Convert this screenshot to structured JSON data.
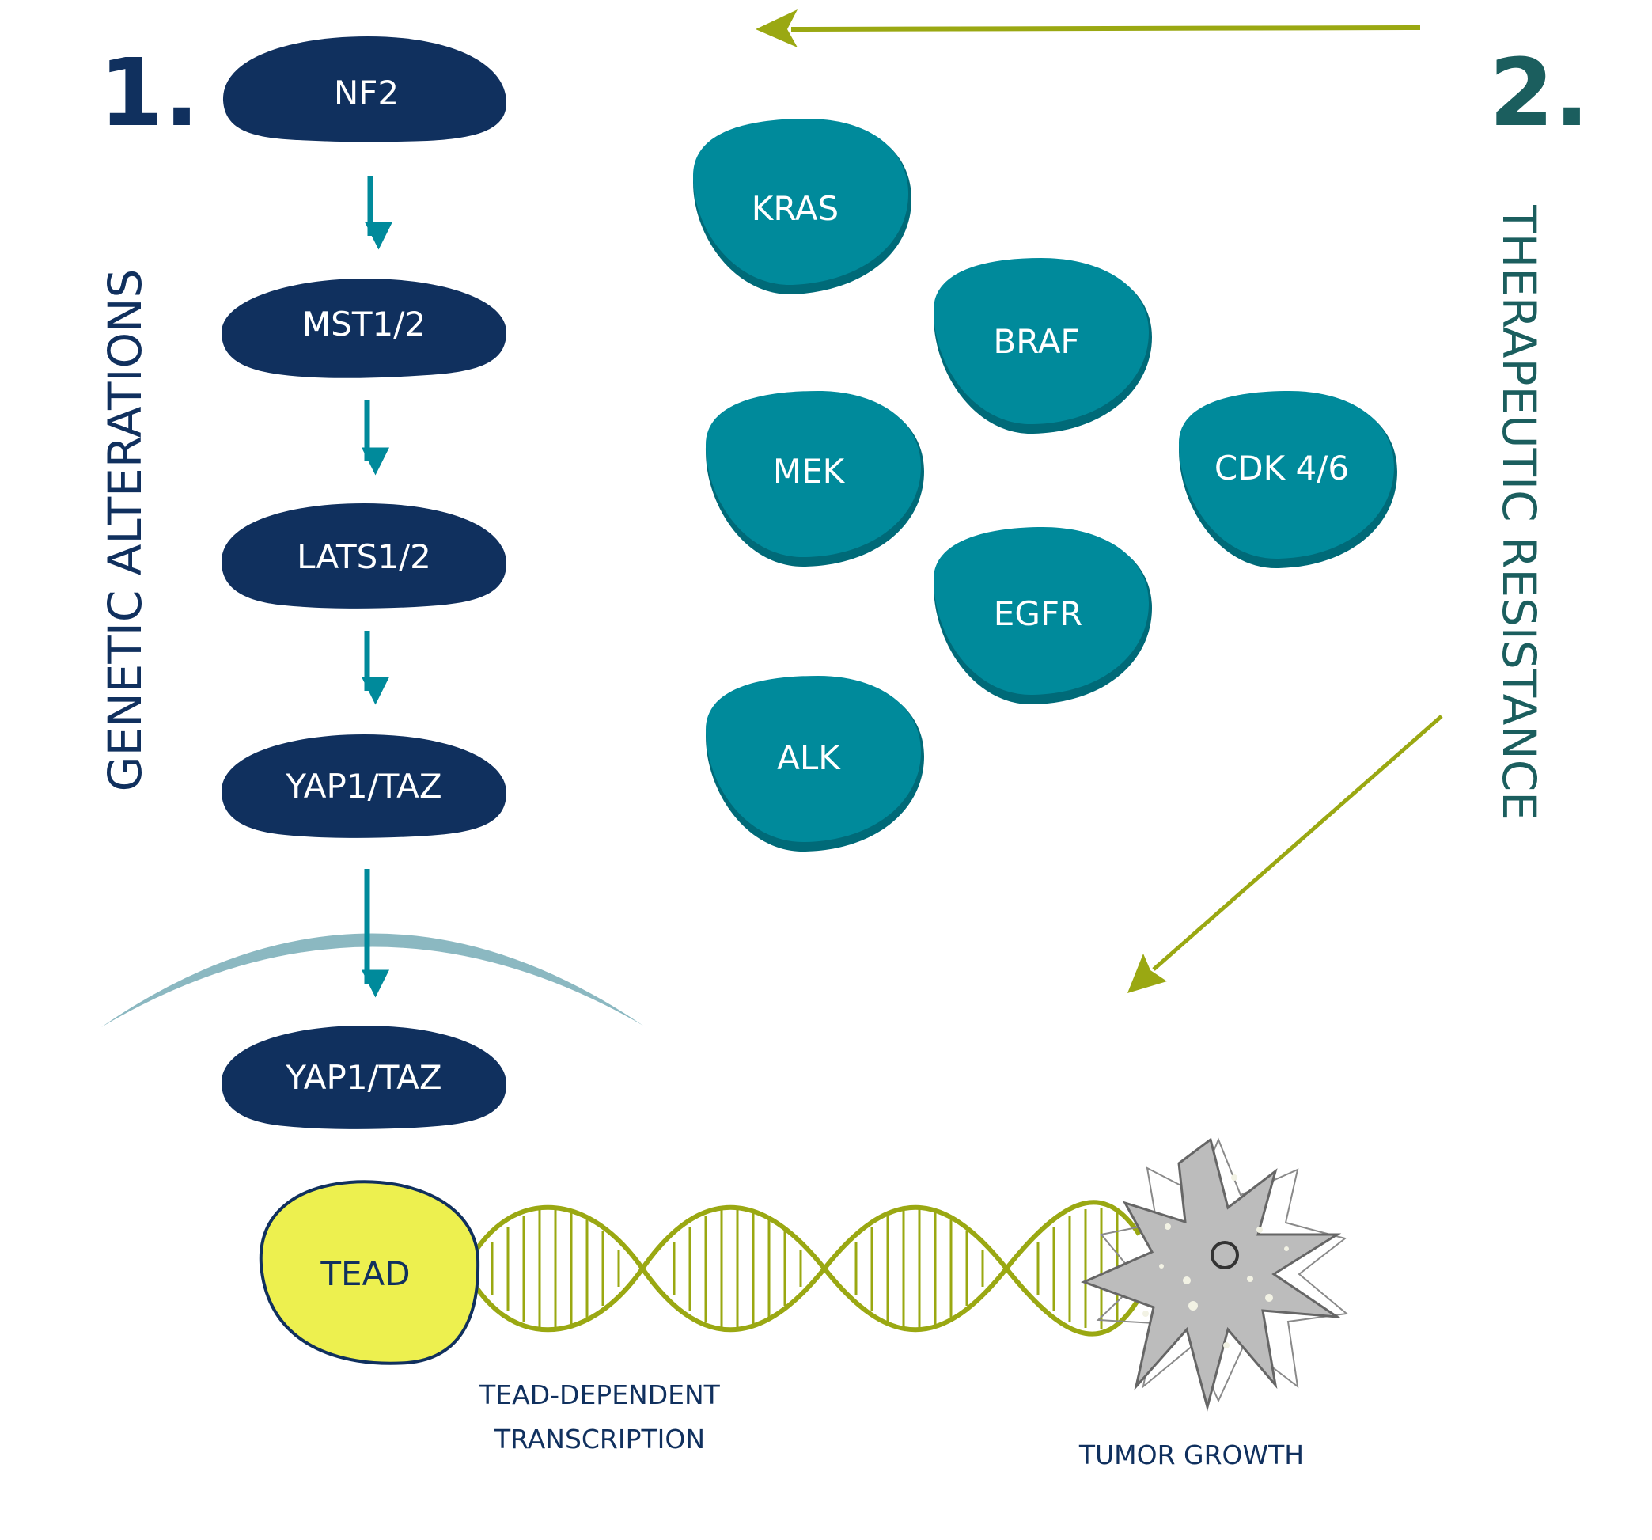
{
  "sections": {
    "one": {
      "number": "1.",
      "title": "GENETIC ALTERATIONS"
    },
    "two": {
      "number": "2.",
      "title": "THERAPEUTIC RESISTANCE"
    }
  },
  "pathway": {
    "nf2": "NF2",
    "mst": "MST1/2",
    "lats": "LATS1/2",
    "yap_cyto": "YAP1/TAZ",
    "yap_nuc": "YAP1/TAZ"
  },
  "resistance": {
    "kras": "KRAS",
    "braf": "BRAF",
    "mek": "MEK",
    "cdk": "CDK 4/6",
    "egfr": "EGFR",
    "alk": "ALK"
  },
  "tead": "TEAD",
  "captions": {
    "transcription_line1": "TEAD-DEPENDENT",
    "transcription_line2": "TRANSCRIPTION",
    "tumor": "TUMOR GROWTH"
  },
  "colors": {
    "navy": "#10305e",
    "teal": "#008a9b",
    "teal_dark": "#006a78",
    "dark_green": "#1b5e5e",
    "olive": "#9aa812",
    "membrane": "#8bb8c1",
    "tead_fill": "#edf04f",
    "cell_gray": "#bcbcbc"
  }
}
